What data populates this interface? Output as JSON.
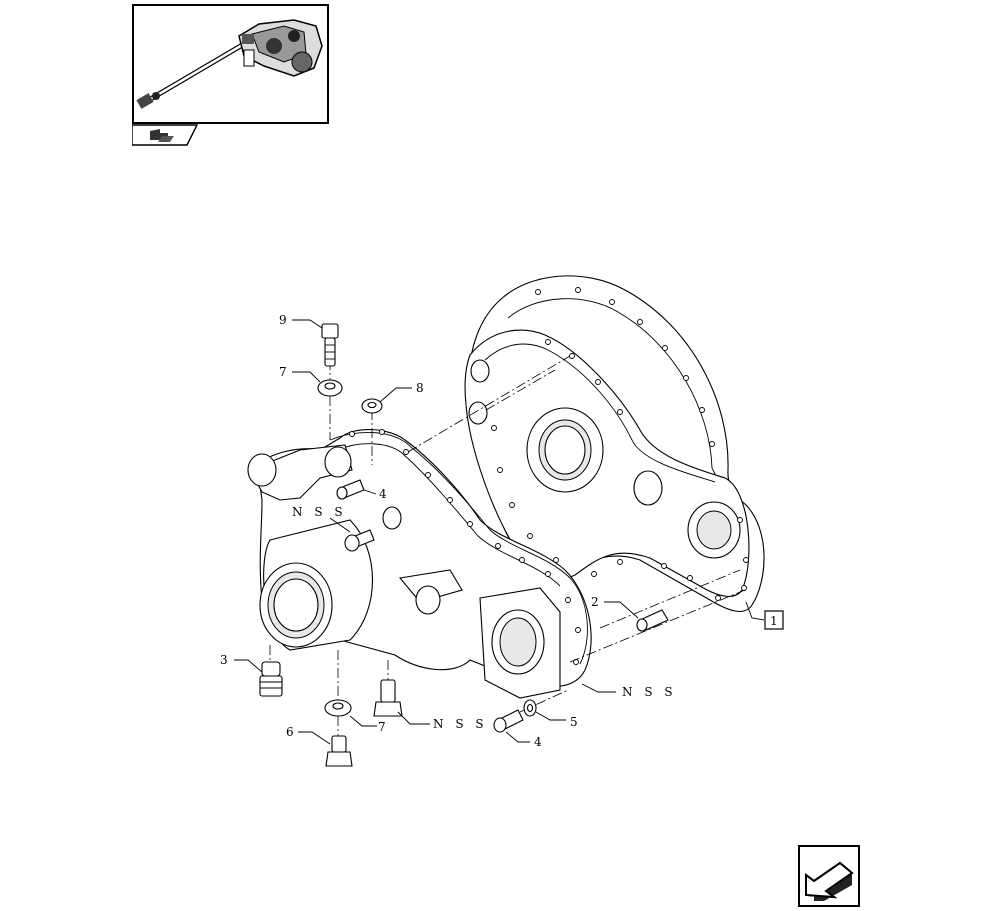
{
  "diagram": {
    "callouts": [
      {
        "id": "c9",
        "label": "9"
      },
      {
        "id": "c7a",
        "label": "7"
      },
      {
        "id": "c8",
        "label": "8"
      },
      {
        "id": "c4a",
        "label": "4"
      },
      {
        "id": "cnss1",
        "label": "N S S"
      },
      {
        "id": "c2",
        "label": "2"
      },
      {
        "id": "c1",
        "label": "1"
      },
      {
        "id": "c3",
        "label": "3"
      },
      {
        "id": "cnss2",
        "label": "N S S"
      },
      {
        "id": "c5",
        "label": "5"
      },
      {
        "id": "c7b",
        "label": "7"
      },
      {
        "id": "cnss3",
        "label": "N S S"
      },
      {
        "id": "c4b",
        "label": "4"
      },
      {
        "id": "c6",
        "label": "6"
      }
    ]
  },
  "icons": {
    "thumbnail": "assembly-thumbnail-icon",
    "tab": "book-arrow-icon",
    "nav": "previous-page-arrow-icon"
  }
}
